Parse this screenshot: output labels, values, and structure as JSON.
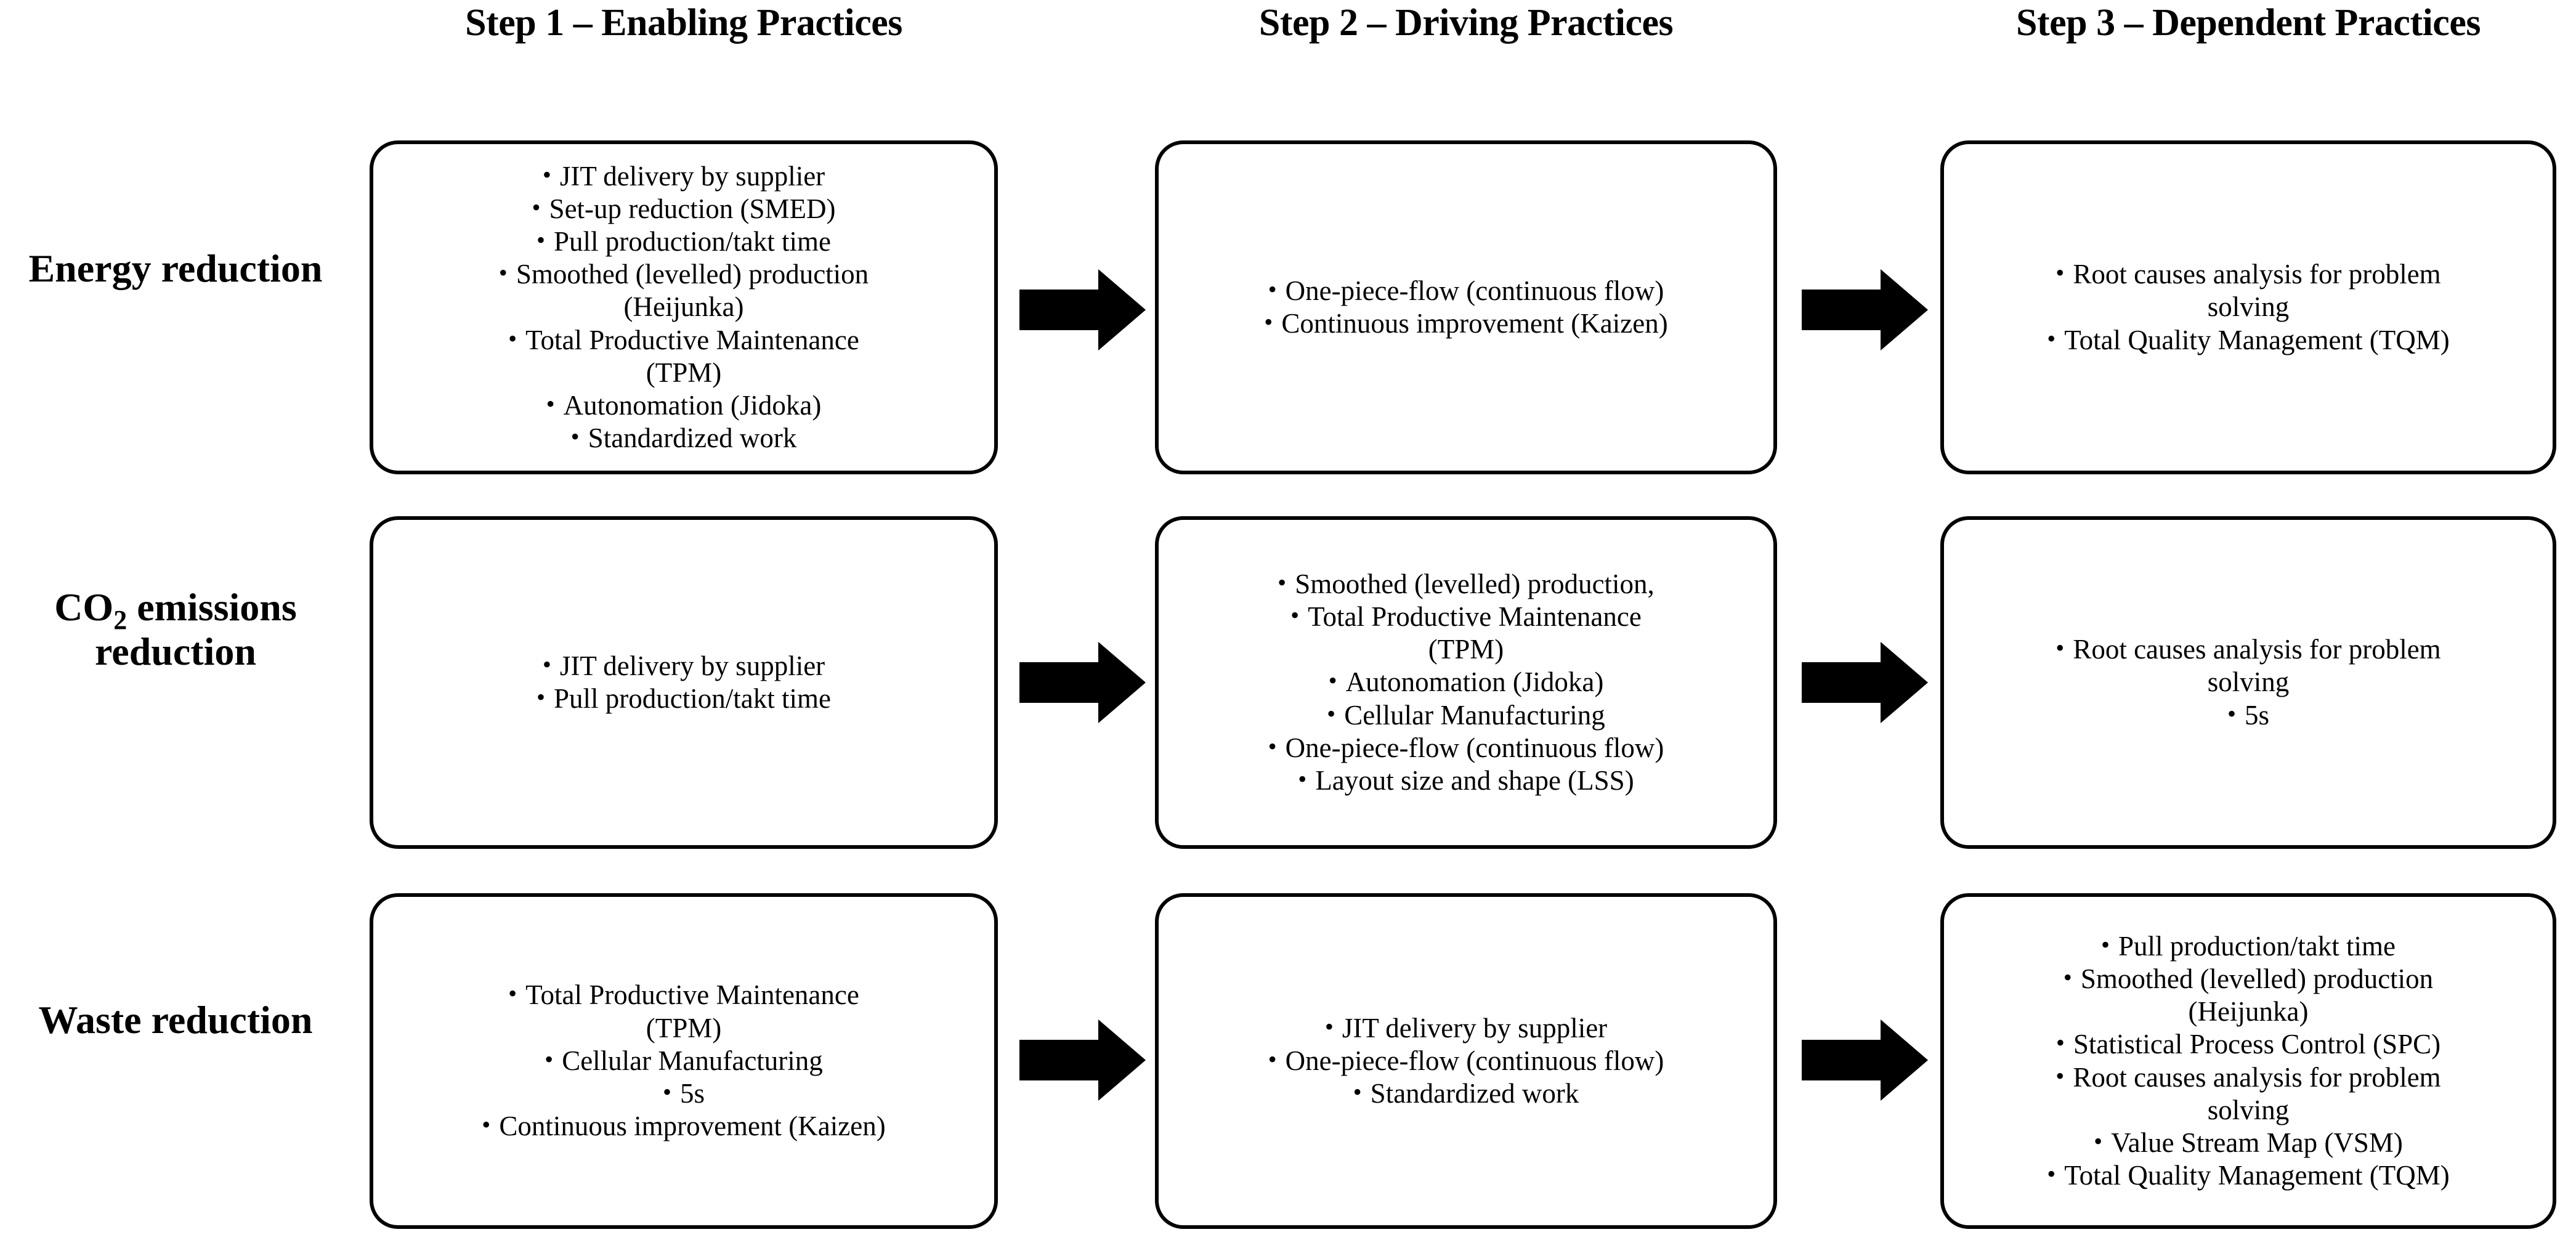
{
  "columns": [
    {
      "id": "step1",
      "title": "Step 1 – Enabling\nPractices"
    },
    {
      "id": "step2",
      "title": "Step 2 – Driving\nPractices"
    },
    {
      "id": "step3",
      "title": "Step 3 – Dependent\nPractices"
    }
  ],
  "rows": [
    {
      "id": "energy",
      "label": "Energy\nreduction"
    },
    {
      "id": "co2",
      "label_pre": "CO",
      "label_sub": "2",
      "label_post": "\nemissions\nreduction"
    },
    {
      "id": "waste",
      "label": "Waste\nreduction"
    }
  ],
  "cells": {
    "energy_step1": [
      "JIT delivery by supplier",
      "Set-up reduction (SMED)",
      "Pull production/takt time",
      "Smoothed (levelled) production\n(Heijunka)",
      "Total Productive Maintenance\n(TPM)",
      "Autonomation (Jidoka)",
      "Standardized work"
    ],
    "energy_step2": [
      "One-piece-flow (continuous flow)",
      "Continuous improvement (Kaizen)"
    ],
    "energy_step3": [
      "Root causes analysis for problem\nsolving",
      "Total Quality Management (TQM)"
    ],
    "co2_step1": [
      "JIT delivery by supplier",
      "Pull production/takt time"
    ],
    "co2_step2": [
      "Smoothed (levelled) production,",
      "Total Productive Maintenance\n(TPM)",
      "Autonomation (Jidoka)",
      "Cellular Manufacturing",
      "One-piece-flow (continuous flow)",
      "Layout size and shape (LSS)"
    ],
    "co2_step3": [
      "Root causes analysis for problem\nsolving",
      "5s"
    ],
    "waste_step1": [
      "Total Productive Maintenance\n(TPM)",
      "Cellular Manufacturing",
      "5s",
      "Continuous improvement (Kaizen)"
    ],
    "waste_step2": [
      "JIT delivery by supplier",
      "One-piece-flow (continuous flow)",
      "Standardized work"
    ],
    "waste_step3": [
      "Pull production/takt time",
      "Smoothed (levelled) production\n(Heijunka)",
      "Statistical Process Control (SPC)",
      "Root causes analysis for problem\nsolving",
      "Value Stream Map (VSM)",
      "Total Quality Management (TQM)"
    ]
  },
  "bullet_glyph": "•",
  "arrows": [
    {
      "id": "energy-step1-to-step2",
      "direction": "right"
    },
    {
      "id": "energy-step2-to-step3",
      "direction": "right"
    },
    {
      "id": "co2-step1-to-step2",
      "direction": "right"
    },
    {
      "id": "co2-step2-to-step3",
      "direction": "right"
    },
    {
      "id": "waste-step1-to-step2",
      "direction": "right"
    },
    {
      "id": "waste-step2-to-step3",
      "direction": "right"
    }
  ],
  "colors": {
    "stroke": "#000000",
    "background": "#ffffff",
    "text": "#000000"
  }
}
